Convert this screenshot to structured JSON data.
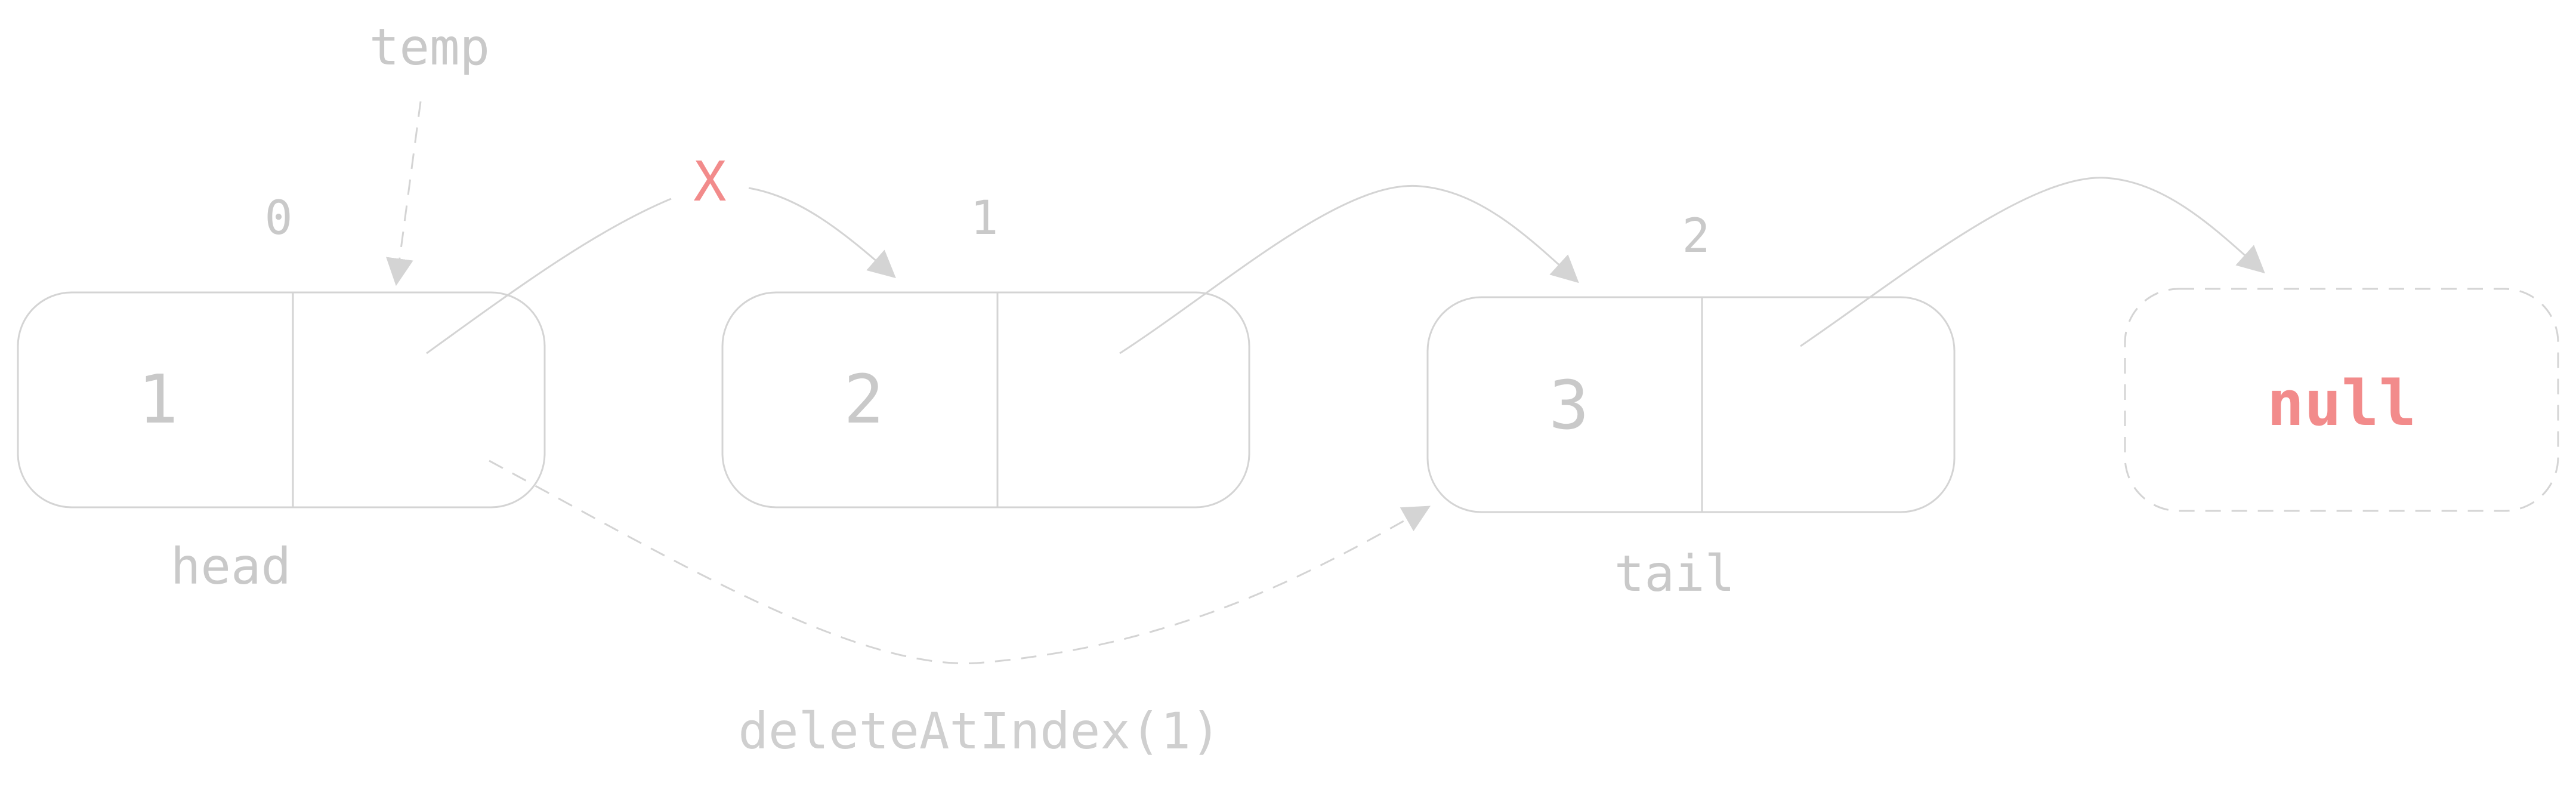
{
  "nodes": [
    {
      "value": "1",
      "index": "0",
      "label": "head"
    },
    {
      "value": "2",
      "index": "1",
      "label": ""
    },
    {
      "value": "3",
      "index": "2",
      "label": "tail"
    }
  ],
  "null_node": {
    "text": "null"
  },
  "temp_pointer": {
    "label": "temp"
  },
  "broken_link": {
    "mark": "X"
  },
  "operation": {
    "label": "deleteAtIndex(1)"
  },
  "colors": {
    "outline": "#d4d4d4",
    "text_muted": "#c9c9c9",
    "accent_red": "#f28b8b",
    "background": "#ffffff"
  }
}
